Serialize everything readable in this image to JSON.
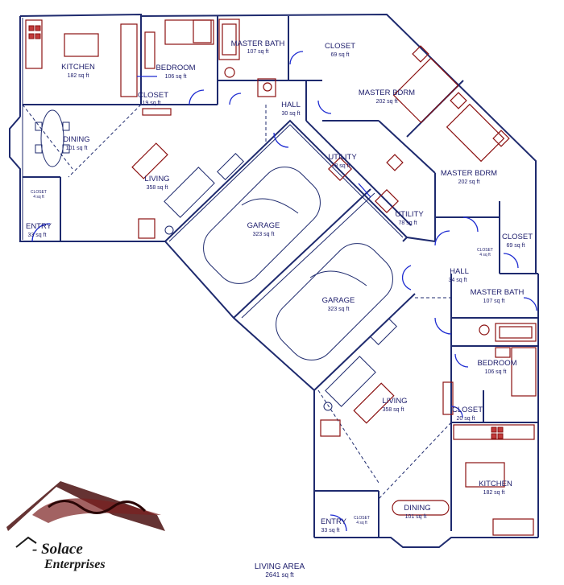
{
  "rooms": {
    "kitchen_a": {
      "name": "KITCHEN",
      "area": "182 sq ft"
    },
    "bedroom_a": {
      "name": "BEDROOM",
      "area": "106 sq ft"
    },
    "master_bath_a": {
      "name": "MASTER BATH",
      "area": "107 sq ft"
    },
    "closet_a": {
      "name": "CLOSET",
      "area": "69 sq ft"
    },
    "closet_small_a": {
      "name": "CLOSET",
      "area": "19 sq ft"
    },
    "dining_a": {
      "name": "DINING",
      "area": "101 sq ft"
    },
    "hall_a": {
      "name": "HALL",
      "area": "30 sq ft"
    },
    "master_bdrm_a": {
      "name": "MASTER BDRM",
      "area": "202 sq ft"
    },
    "living_a": {
      "name": "LIVING",
      "area": "358 sq ft"
    },
    "utility_a": {
      "name": "UTILITY",
      "area": "78 sq ft"
    },
    "entry_closet_a": {
      "name": "CLOSET",
      "area": "4 sq ft"
    },
    "entry_a": {
      "name": "ENTRY",
      "area": "33 sq ft"
    },
    "garage_a": {
      "name": "GARAGE",
      "area": "323 sq ft"
    },
    "master_bdrm_b": {
      "name": "MASTER BDRM",
      "area": "202 sq ft"
    },
    "utility_b": {
      "name": "UTILITY",
      "area": "78 sq ft"
    },
    "closet_b": {
      "name": "CLOSET",
      "area": "69 sq ft"
    },
    "closet_tiny_b": {
      "name": "CLOSET",
      "area": "4 sq ft"
    },
    "garage_b": {
      "name": "GARAGE",
      "area": "323 sq ft"
    },
    "hall_b": {
      "name": "HALL",
      "area": "34 sq ft"
    },
    "master_bath_b": {
      "name": "MASTER BATH",
      "area": "107 sq ft"
    },
    "bedroom_b": {
      "name": "BEDROOM",
      "area": "106 sq ft"
    },
    "living_b": {
      "name": "LIVING",
      "area": "358 sq ft"
    },
    "closet_small_b": {
      "name": "CLOSET",
      "area": "20 sq ft"
    },
    "kitchen_b": {
      "name": "KITCHEN",
      "area": "182 sq ft"
    },
    "dining_b": {
      "name": "DINING",
      "area": "101 sq ft"
    },
    "entry_closet_b": {
      "name": "CLOSET",
      "area": "4 sq ft"
    },
    "entry_b": {
      "name": "ENTRY",
      "area": "33 sq ft"
    }
  },
  "footer": {
    "label": "LIVING AREA",
    "area": "2641 sq ft"
  },
  "logo": {
    "line1": "- Solace",
    "line2": "Enterprises"
  },
  "colors": {
    "wall": "#1e2a6e",
    "fixture": "#8b1111",
    "door": "#1d2bd1",
    "text": "#1c1c6b"
  }
}
